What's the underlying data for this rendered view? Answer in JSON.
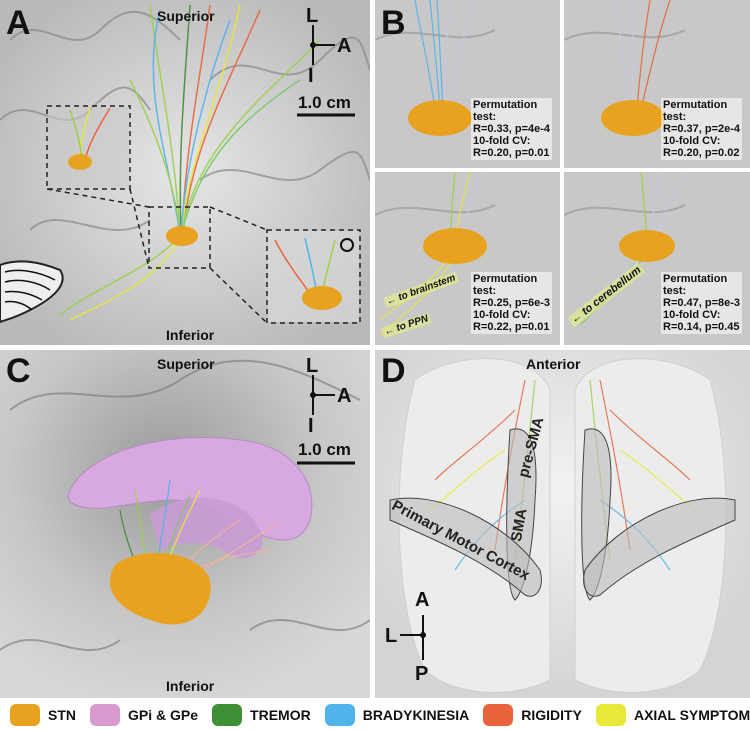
{
  "panels": {
    "A": {
      "label": "A",
      "superior": "Superior",
      "inferior": "Inferior",
      "orientation": {
        "l": "L",
        "a": "A",
        "i": "I"
      },
      "scale": "1.0 cm"
    },
    "B": {
      "label": "B",
      "stats": [
        {
          "line1": "Permutation",
          "line2": "test:",
          "line3": "R=0.33, p=4e-4",
          "line4": "10-fold CV:",
          "line5": "R=0.20, p=0.01"
        },
        {
          "line1": "Permutation",
          "line2": "test:",
          "line3": "R=0.37, p=2e-4",
          "line4": "10-fold CV:",
          "line5": "R=0.20, p=0.02"
        },
        {
          "line1": "Permutation",
          "line2": "test:",
          "line3": "R=0.25, p=6e-3",
          "line4": "10-fold CV:",
          "line5": "R=0.22, p=0.01"
        },
        {
          "line1": "Permutation",
          "line2": "test:",
          "line3": "R=0.47, p=8e-3",
          "line4": "10-fold CV:",
          "line5": "R=0.14, p=0.45"
        }
      ],
      "arrows": {
        "brainstem": "← to brainstem",
        "ppn": "← to PPN",
        "cerebellum": "← to cerebellum"
      }
    },
    "C": {
      "label": "C",
      "superior": "Superior",
      "inferior": "Inferior",
      "orientation": {
        "l": "L",
        "a": "A",
        "i": "I"
      },
      "scale": "1.0 cm"
    },
    "D": {
      "label": "D",
      "anterior": "Anterior",
      "pre_sma": "pre-SMA",
      "sma": "SMA",
      "primary_motor": "Primary Motor Cortex",
      "orientation": {
        "a": "A",
        "l": "L",
        "p": "P"
      }
    }
  },
  "legend": [
    {
      "name": "STN",
      "color": "#e8a21f"
    },
    {
      "name": "GPi & GPe",
      "color": "#d99ad0"
    },
    {
      "name": "TREMOR",
      "color": "#3f8f35"
    },
    {
      "name": "BRADYKINESIA",
      "color": "#4fb4ec"
    },
    {
      "name": "RIGIDITY",
      "color": "#e9643c"
    },
    {
      "name": "AXIAL SYMPTOMS",
      "color": "#e8e83a"
    }
  ]
}
